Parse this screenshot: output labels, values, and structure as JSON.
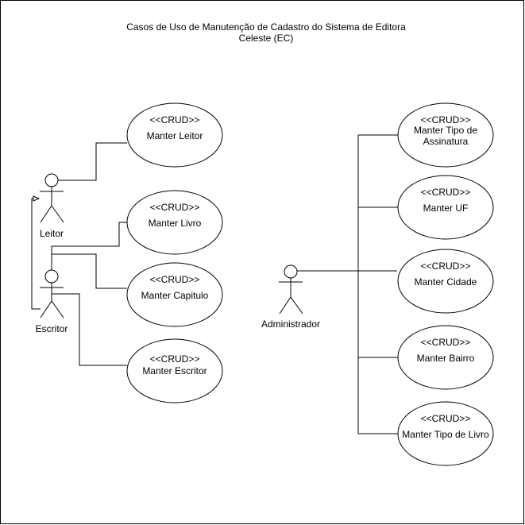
{
  "diagram": {
    "title_lines": [
      "Casos de Uso de Manutenção de Cadastro do Sistema de Editora",
      "Celeste (EC)"
    ],
    "actors": {
      "leitor": {
        "label": "Leitor"
      },
      "escritor": {
        "label": "Escritor"
      },
      "administrador": {
        "label": "Administrador"
      }
    },
    "use_cases": {
      "manter_leitor": {
        "stereotype": "<<CRUD>>",
        "lines": [
          "Manter Leitor"
        ]
      },
      "manter_livro": {
        "stereotype": "<<CRUD>>",
        "lines": [
          "Manter Livro"
        ]
      },
      "manter_capitulo": {
        "stereotype": "<<CRUD>>",
        "lines": [
          "Manter Capitulo"
        ]
      },
      "manter_escritor": {
        "stereotype": "<<CRUD>>",
        "lines": [
          "Manter Escritor"
        ]
      },
      "manter_tipo_assinatura": {
        "stereotype": "<<CRUD>>",
        "lines": [
          "Manter Tipo de",
          "Assinatura"
        ]
      },
      "manter_uf": {
        "stereotype": "<<CRUD>>",
        "lines": [
          "Manter UF"
        ]
      },
      "manter_cidade": {
        "stereotype": "<<CRUD>>",
        "lines": [
          "Manter Cidade"
        ]
      },
      "manter_bairro": {
        "stereotype": "<<CRUD>>",
        "lines": [
          "Manter Bairro"
        ]
      },
      "manter_tipo_livro": {
        "stereotype": "<<CRUD>>",
        "lines": [
          "Manter Tipo de Livro"
        ]
      }
    }
  }
}
